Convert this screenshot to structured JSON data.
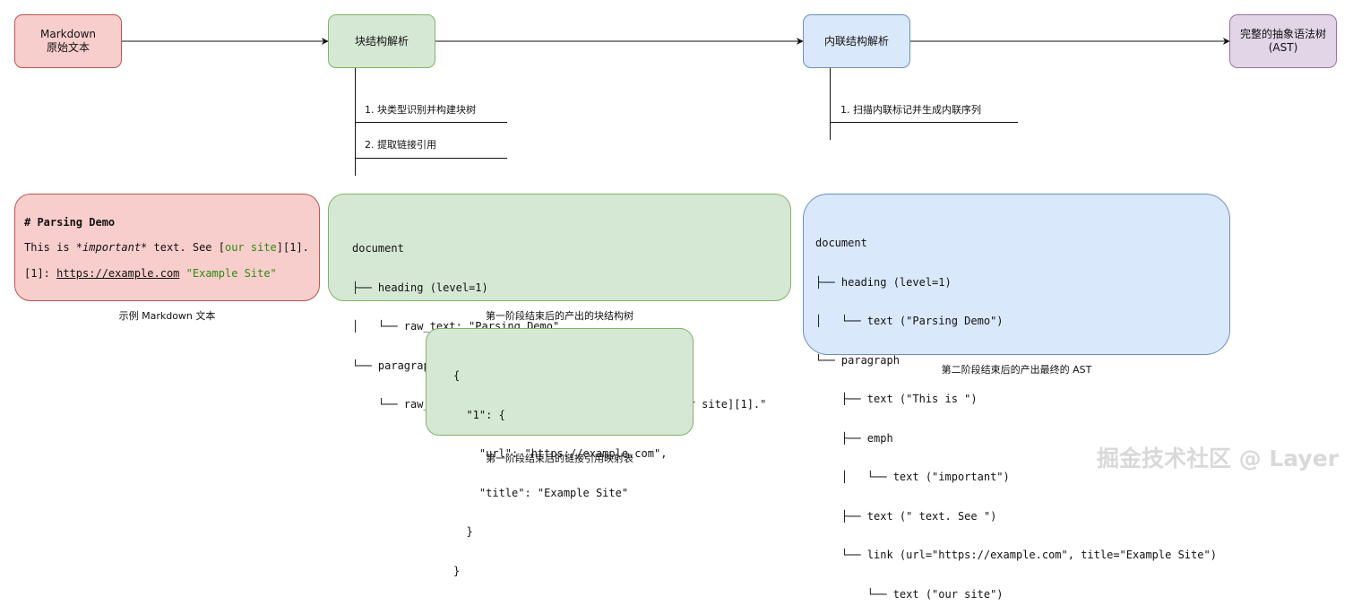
{
  "flow": {
    "source_line1": "Markdown",
    "source_line2": "原始文本",
    "block_parse": "块结构解析",
    "inline_parse": "内联结构解析",
    "ast_line1": "完整的抽象语法树",
    "ast_line2": "(AST)"
  },
  "block_steps": [
    "1. 块类型识别并构建块树",
    "2. 提取链接引用"
  ],
  "inline_steps": [
    "1. 扫描内联标记并生成内联序列"
  ],
  "markdown_sample": {
    "heading": "# Parsing Demo",
    "line2_a": "This is ",
    "line2_emph": "*important*",
    "line2_b": " text. See [",
    "line2_link": "our site",
    "line2_c": "][1].",
    "line3_a": "[1]: ",
    "line3_url": "https://example.com",
    "line3_b": " ",
    "line3_title": "\"Example Site\"",
    "caption": "示例 Markdown 文本"
  },
  "block_tree": {
    "lines": [
      "document",
      "├── heading (level=1)",
      "│   └── raw_text: \"Parsing Demo\"",
      "└── paragraph",
      "    └── raw_text: \"This is *important* text. See [our site][1].\""
    ],
    "caption": "第一阶段结束后的产出的块结构树"
  },
  "link_refs": {
    "lines": [
      "{",
      "  \"1\": {",
      "    \"url\": \"https://example.com\",",
      "    \"title\": \"Example Site\"",
      "  }",
      "}"
    ],
    "caption": "第一阶段结束后的链接引用映射表"
  },
  "final_ast": {
    "lines": [
      "document",
      "├── heading (level=1)",
      "│   └── text (\"Parsing Demo\")",
      "└── paragraph",
      "    ├── text (\"This is \")",
      "    ├── emph",
      "    │   └── text (\"important\")",
      "    ├── text (\" text. See \")",
      "    └── link (url=\"https://example.com\", title=\"Example Site\")",
      "        └── text (\"our site\")"
    ],
    "caption": "第二阶段结束后的产出最终的 AST"
  },
  "watermark": "掘金技术社区 @ Layer",
  "colors": {
    "red_fill": "#f8cecc",
    "red_stroke": "#b85450",
    "green_fill": "#d5e8d4",
    "green_stroke": "#82b366",
    "blue_fill": "#dae8fc",
    "blue_stroke": "#6c8ebf",
    "purple_fill": "#e1d5e7",
    "purple_stroke": "#9673a6"
  }
}
